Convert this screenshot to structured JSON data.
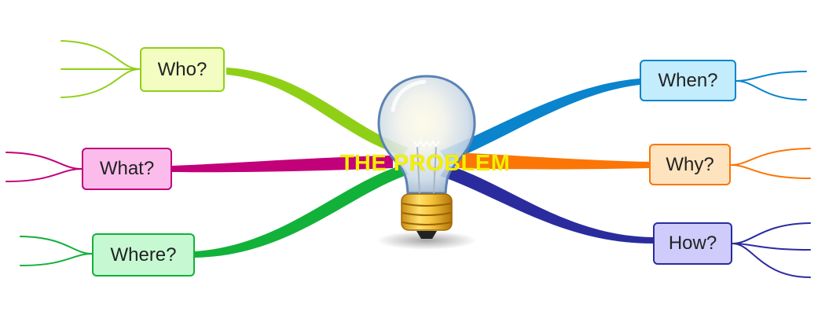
{
  "diagram": {
    "type": "mind-map",
    "center": {
      "title": "THE PROBLEM",
      "title_color": "#f5ef00",
      "icon": "light-bulb-icon"
    },
    "branches": [
      {
        "id": "who",
        "label": "Who?",
        "color": "#8fd016",
        "fill": "#f3fdc2"
      },
      {
        "id": "what",
        "label": "What?",
        "color": "#c2007a",
        "fill": "#fbbcec"
      },
      {
        "id": "where",
        "label": "Where?",
        "color": "#12b13a",
        "fill": "#c6f9d2"
      },
      {
        "id": "when",
        "label": "When?",
        "color": "#0a84cc",
        "fill": "#c3ecfc"
      },
      {
        "id": "why",
        "label": "Why?",
        "color": "#fb7606",
        "fill": "#fee3bf"
      },
      {
        "id": "how",
        "label": "How?",
        "color": "#2a2c9e",
        "fill": "#cfcbfb"
      }
    ]
  }
}
